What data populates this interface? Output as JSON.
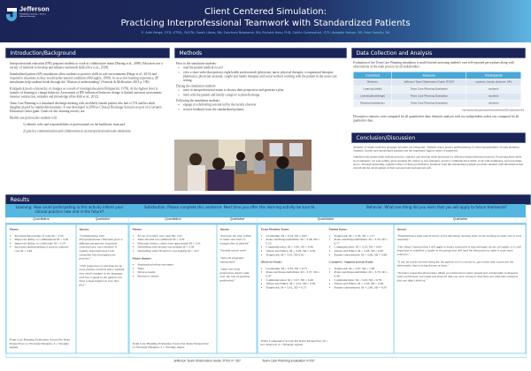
{
  "header": {
    "logo": {
      "name": "Jefferson",
      "sub": "Philadelphia University + Thomas Jefferson University"
    },
    "title_line1": "Client Centered Simulation:",
    "title_line2": "Practicing Interprofessional Teamwork with Standardized Patients",
    "authors": "E. Adel Herge, OTD, OTR/L, FAOTA; Sarah Libros, BA; Courtney Newsome, BA; Richard Hass, PhD; Caitlin Cadematori, OTS; Abegale Nelson, BS; Neal Geosits, BA",
    "colors": {
      "navy": "#1b2456",
      "accent": "#55b6df"
    }
  },
  "intro": {
    "heading": "Introduction/Background",
    "paragraphs": [
      "Interprofessional education (IPE) prepares students to work in collaborative teams (Buring et al., 2009). Educators use a variety of methods to develop and enhance teamwork skills (Fox et al., 2018).",
      "Standardized patient (SP) simulations allow students to practice skills in safe environments (Herge et al., 2013) and respond to situations as they would under natural conditions (McGaghie, 1999). As an active learning experience, SP simulations help students break through the \"illusion of understanding\" (Svinicki & McKeachie, 2011 p. 190).",
      "Kirkpatrick posits a hierarchy of changes as a result of training/education (Kirkpatrick, 1979). At the highest level is transfer of learning to change behavior. Assessment of IPE influenced behavior change is limited and most assessments measure satisfaction, attitudes and knowledge (Abu-Rish et al., 2012).",
      "Team Care Planning is a simulated discharge meeting with an elderly female patient who had a CVA and her adult daughter played by standardized patients. It was developed in 2009 as Clinical Discharge Scenario as part of a Geriatric Education Center grant. Goals for this learning activity are:",
      "Health care professions students will:"
    ],
    "goals": [
      "1) identify roles and responsibilities of professionals on the healthcare team and",
      "2) practice communication and collaboration in an interprofessional team simulation."
    ]
  },
  "methods": {
    "heading": "Methods",
    "prior_label": "Prior to the simulation students:",
    "prior": [
      "read the patient medical record",
      "view a short video that portrays eight health professionals (physician, nurse, physical therapist, occupational therapist, pharmacist, physician assistant, couple and family therapist and social worker) working with the patient in the acute care setting."
    ],
    "during_label": "During the simulation students:",
    "during": [
      "meet in interprofessional teams to discuss their perspective and generate a plan",
      "meet with the patient and family caregiver to plan discharge."
    ],
    "following_label": "Following the simulation students:",
    "following": [
      "engage in a debriefing session led by the faculty observer",
      "receive feedback from the standardized patients."
    ]
  },
  "data_collection": {
    "heading": "Data Collection and Analysis",
    "intro": "Evaluation of the Team Care Planning simulation is multi-faceted assessing student's own self-reported perceptions along with observations of the team process by all stakeholders.",
    "columns": [
      "Construct",
      "Measure",
      "Participants"
    ],
    "rows": [
      [
        "Behavior",
        "Jefferson Team Observation Guide JTOG©",
        "students, faculty observer, SPs"
      ],
      [
        "Learning (skills)",
        "Team Care Planning Evaluation",
        "students"
      ],
      [
        "Learning(knowledge)",
        "Team Care Planning Evaluation",
        "students"
      ],
      [
        "Reaction/satisfaction",
        "Team Care Planning Evaluation",
        "students"
      ]
    ],
    "url": "http://archive.ahrq.gov/news/events/conference/2007/calac/index.html",
    "analysis": "Descriptive statistics were computed for all quantitative data; thematic analysis with two independent coders was computed for all qualitative data."
  },
  "conclusion": {
    "heading": "Conclusion/Discussion",
    "paragraphs": [
      "Analysis of results indicates program outcomes are being met. Students report greater understanding of roles/responsibilities of team members. Students, faculty and standardized patients rate the experience high in terms of teamwork.",
      "Simulated encounters help students practice, enhance and develop skills necessary for effective interprofessional practice. Practicing these skills in an authentic, yet safe setting, gives students the chance to test strategies, practice communication skills, work with teammates, and even make errors. Through debriefing, students reflect on their performance; feedback from the standardized patients provides students with information that can inform the development of their personal and professional self."
    ]
  },
  "results": {
    "heading": "Results",
    "quantitative_label": "Quantitative",
    "qualitative_label": "Qualitative",
    "learning": {
      "question": "Learning: How could participating in this activity inform your clinical practice now and in the future?",
      "means_label": "Means:",
      "means": [
        "Increased knowledge of roles M = 3.59",
        "Improved ability to communicate M = 3.56",
        "Improved ability to collaborate M = 3.59",
        "Increased understanding of person centered care M = 3.46"
      ],
      "scale_note": "Team Care Planning Evaluation Scores Per Rater Perspective: (1=Strongly Disagree, 4 = Strongly Agree)",
      "quotes_label": "Quotes:",
      "quotes": [
        "\"Collaborating with interprofessional clinicians gives a different perspective to patient centered care, each member is equally important and I will remember this throughout my practice.\"",
        "\"This [experience] will help me be more patient centered and I realized how small changes in my language and how I speak to the patient can have a huge impact on how they feel.\""
      ]
    },
    "satisfaction": {
      "question": "Satisfaction: Please complete this sentence: Next time you offer this learning activity be sure to...",
      "means_label": "Means:",
      "means": [
        "Focus of activity was clear M= 3.55",
        "Time allotted was sufficient M = 3.29",
        "Materials (video, chart) were appropriate M = 3.41",
        "Debriefing with faculty was helpful M = 3.58",
        "Debriefing with SP and CG was helpful M = 3.57"
      ],
      "themes_label": "Major themes:",
      "themes": [
        "Preparation before encounter",
        "Time",
        "Diverse teams",
        "Instructor centric"
      ],
      "scale_note": "Team Care Planning Evaluation Scores Per Rater Perspective: (1=Strongly Disagree, 4 = Strongly Agree",
      "quotes_label": "Quotes",
      "quotes": [
        "\"Increase the time a little to make sure there is enough time to debrief\"",
        "\"Include social work\"",
        "\"have all programs represented\"",
        "\"make sure (one profession) doesn't take over the role of (another profession)\""
      ]
    },
    "behavior": {
      "question": "Behavior: What one thing did you learn that you will apply to future teamwork?",
      "team_member": {
        "label": "Team-Member Rater:",
        "items": [
          "Leadership: M = 3.54, SD = 0.67",
          "Roles and Responsibilities: M = 3.48, SD = 0.52",
          "Communication: M = 3.49, SD = 0.46",
          "Values and Ethics: M = 3.29, SD = 0.59",
          "Teamwork: M = 3.41, SD 0.61"
        ]
      },
      "observer": {
        "label": "Observer Rater:",
        "items": [
          "Leadership: M = 3.33, SD = 0.73",
          "Roles and Responsibilities: M = 3.37, SD = 0.47",
          "Communication: M = 3.57, SD = 0.49",
          "Values and Ethics: M = 3.31, SD = 0.59",
          "Teamwork: M = 3.41, SD = 0.75"
        ]
      },
      "patient": {
        "label": "Patient Rater:",
        "items": [
          "Teamwork: M = 2.76, SD = 1.17",
          "Roles and Responsibilities: M = 3.33, SD = 0.77",
          "Communication: M = 3.33, SD = 0.84",
          "Values and Ethics: M = 3.28, SD = 0.67",
          "Patient-centeredness: M = 3.06, SD = 0.80"
        ]
      },
      "caregiver": {
        "label": "Caregiver / Support person Rater",
        "items": [
          "Teamwork: M = 2.67, SD = 1.08",
          "Roles and Responsibilities: M = 3.70, SD = 0.48",
          "Communication: M = 3.29, SD = 0.78",
          "Values and Ethics: M = 3.33, SD = 0.84",
          "Patient-centeredness: M = 2.90, SD = 0.97"
        ]
      },
      "scale_note": "JTOG Competency Scores Per Rater Perspective: (0 = not observed, 4 = Strongly Agree)",
      "quotes_label": "Quotes",
      "quotes": [
        "\"Establishing a plan and structure of the discharge meeting prior to the meeting to make sure it runs smoothly.\"",
        "\"One thing I learned that I will apply to future teamwork is that although we are all equals, it is still important to establish a leader in the group that will lead the discussion to make it seem more cohesive.\"",
        "\"It can be really overwhelming for the patient so it is crucial to...give them time to process the information that is being thrown at them.\"",
        "\"To foster respectful discussions. Make an environment where people feel comfortable to disagree with you because you might just find out that you were wrong or that there are alternate solutions that you didn't think of.\""
      ]
    },
    "footer": {
      "jtog": "Jefferson Team Observation Guide JTOG n= 267",
      "tcpe": "Team Care Planning Evaluation n=207"
    }
  }
}
